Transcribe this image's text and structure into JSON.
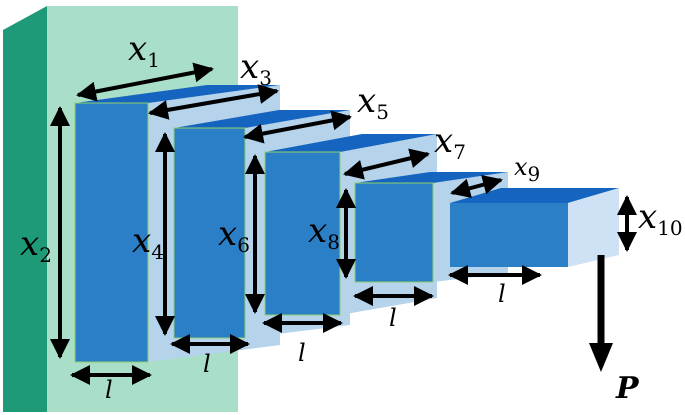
{
  "labels": {
    "x1": {
      "base": "x",
      "sub": "1"
    },
    "x2": {
      "base": "x",
      "sub": "2"
    },
    "x3": {
      "base": "x",
      "sub": "3"
    },
    "x4": {
      "base": "x",
      "sub": "4"
    },
    "x5": {
      "base": "x",
      "sub": "5"
    },
    "x6": {
      "base": "x",
      "sub": "6"
    },
    "x7": {
      "base": "x",
      "sub": "7"
    },
    "x8": {
      "base": "x",
      "sub": "8"
    },
    "x9": {
      "base": "x",
      "sub": "9"
    },
    "x10": {
      "base": "x",
      "sub": "10"
    },
    "l": "l",
    "load": "P"
  },
  "colors": {
    "wall_face": "#a9dfc8",
    "wall_side": "#1f9a78",
    "block_front": "#2b7fc6",
    "block_top": "#1565c0",
    "block_side": "#b5d3ea",
    "arrow": "#000000"
  }
}
